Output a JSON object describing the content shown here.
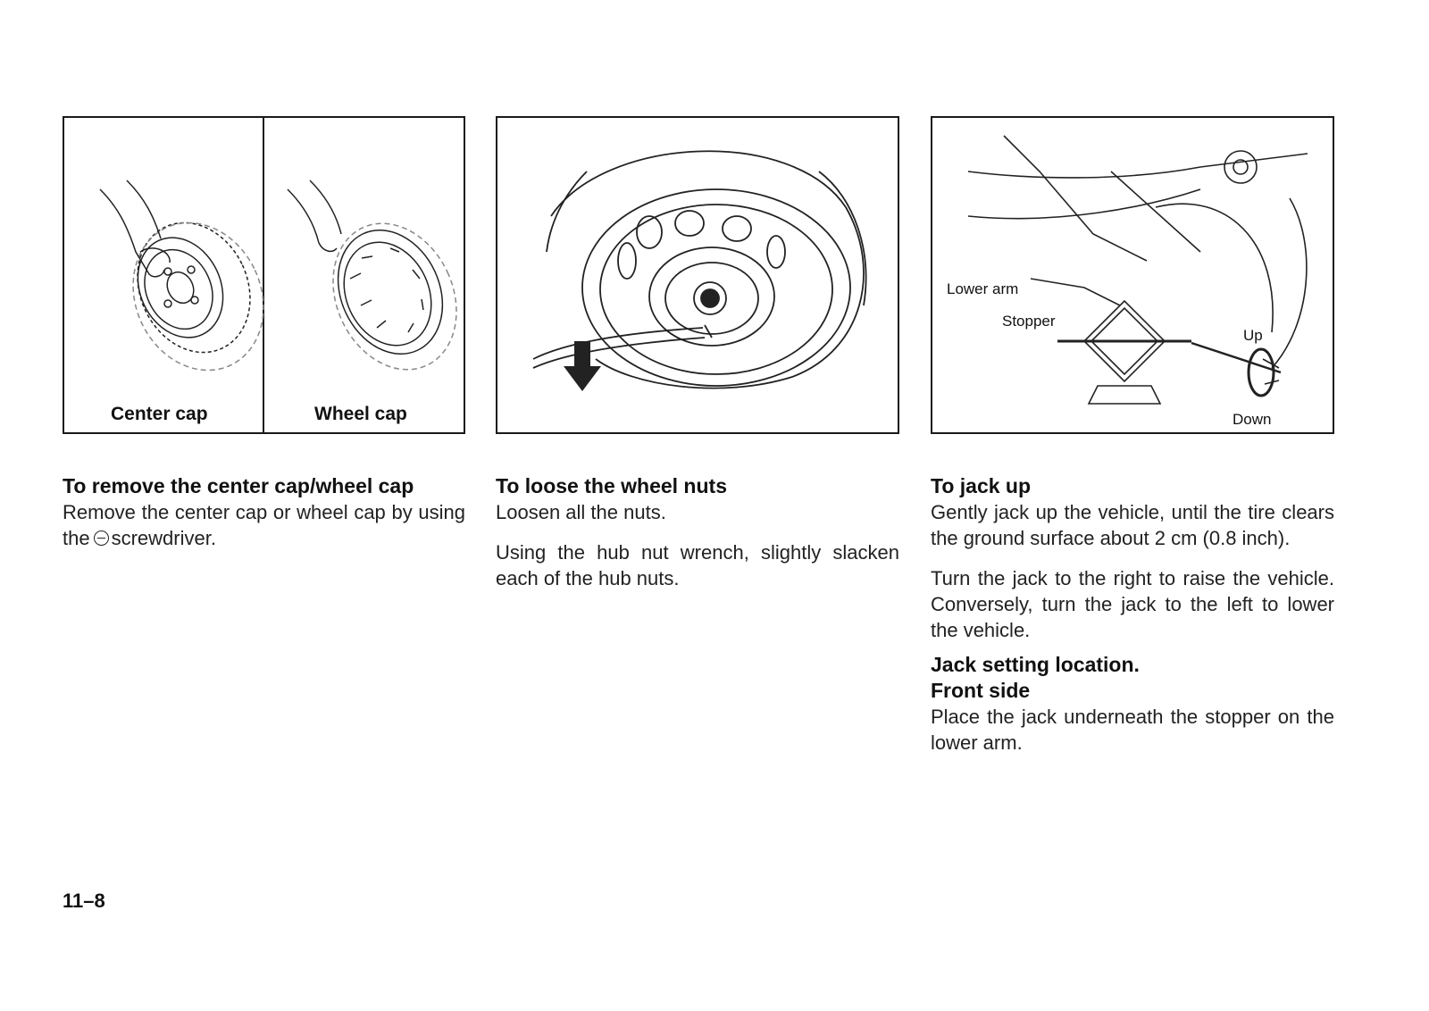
{
  "figures": {
    "center_cap_label": "Center cap",
    "wheel_cap_label": "Wheel cap",
    "lower_arm_label": "Lower arm",
    "stopper_label": "Stopper",
    "up_label": "Up",
    "down_label": "Down"
  },
  "section1": {
    "heading": "To remove the center cap/wheel cap",
    "text_before_icon": "Remove the center cap or wheel cap by using the",
    "icon": "minus-screwdriver-icon",
    "text_after_icon": "screwdriver."
  },
  "section2": {
    "heading": "To loose the wheel nuts",
    "para1": "Loosen all the nuts.",
    "para2": "Using the hub nut wrench, slightly slacken each of the hub nuts."
  },
  "section3": {
    "heading": "To jack up",
    "para1": "Gently jack up the vehicle, until the tire clears the ground surface about 2 cm (0.8 inch).",
    "para2": "Turn the jack to the right to raise the vehicle. Conversely, turn the jack to the left to lower the vehicle.",
    "subheading1": "Jack setting location.",
    "subheading2": "Front side",
    "para3": "Place the jack underneath the stopper on the lower arm."
  },
  "page_number": "11–8"
}
